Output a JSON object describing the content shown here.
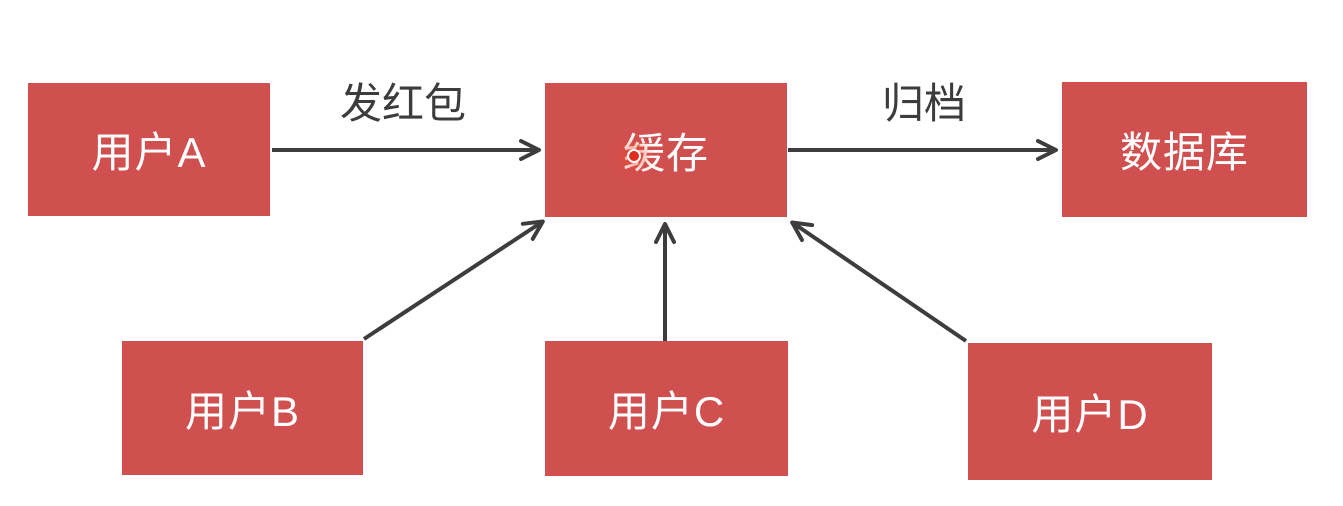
{
  "diagram": {
    "type": "flow-diagram",
    "colors": {
      "background": "#ffffff",
      "node_fill": "#d05050",
      "node_text": "#ffffff",
      "arrow_stroke": "#3d3d3d",
      "edge_label_text": "#3c3c3c",
      "click_indicator": "#e02d1e"
    },
    "nodes": [
      {
        "id": "user-a",
        "label": "用户A"
      },
      {
        "id": "cache",
        "label": "缓存"
      },
      {
        "id": "database",
        "label": "数据库"
      },
      {
        "id": "user-b",
        "label": "用户B"
      },
      {
        "id": "user-c",
        "label": "用户C"
      },
      {
        "id": "user-d",
        "label": "用户D"
      }
    ],
    "edges": [
      {
        "from": "user-a",
        "to": "cache",
        "label": "发红包"
      },
      {
        "from": "cache",
        "to": "database",
        "label": "归档"
      },
      {
        "from": "user-b",
        "to": "cache",
        "label": ""
      },
      {
        "from": "user-c",
        "to": "cache",
        "label": ""
      },
      {
        "from": "user-d",
        "to": "cache",
        "label": ""
      }
    ]
  }
}
